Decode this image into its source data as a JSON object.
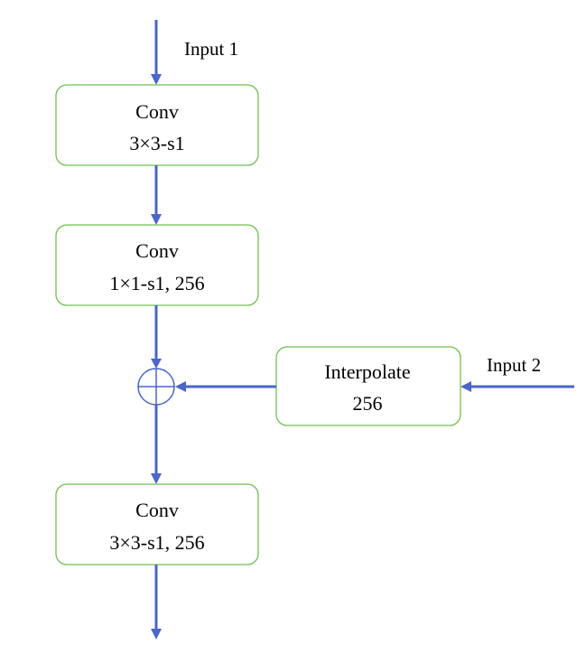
{
  "colors": {
    "arrow": "#4a66c8",
    "box_border": "#70c050",
    "background": "#ffffff",
    "text": "#000000"
  },
  "labels": {
    "input_1": "Input 1",
    "input_2": "Input 2"
  },
  "nodes": {
    "conv1": {
      "line1": "Conv",
      "line2": "3×3-s1"
    },
    "conv2": {
      "line1": "Conv",
      "line2": "1×1-s1, 256"
    },
    "interpolate": {
      "line1": "Interpolate",
      "line2": "256"
    },
    "conv3": {
      "line1": "Conv",
      "line2": "3×3-s1, 256"
    }
  },
  "sum_node": {
    "icon": "circle-plus-icon",
    "operation": "element-wise add"
  }
}
